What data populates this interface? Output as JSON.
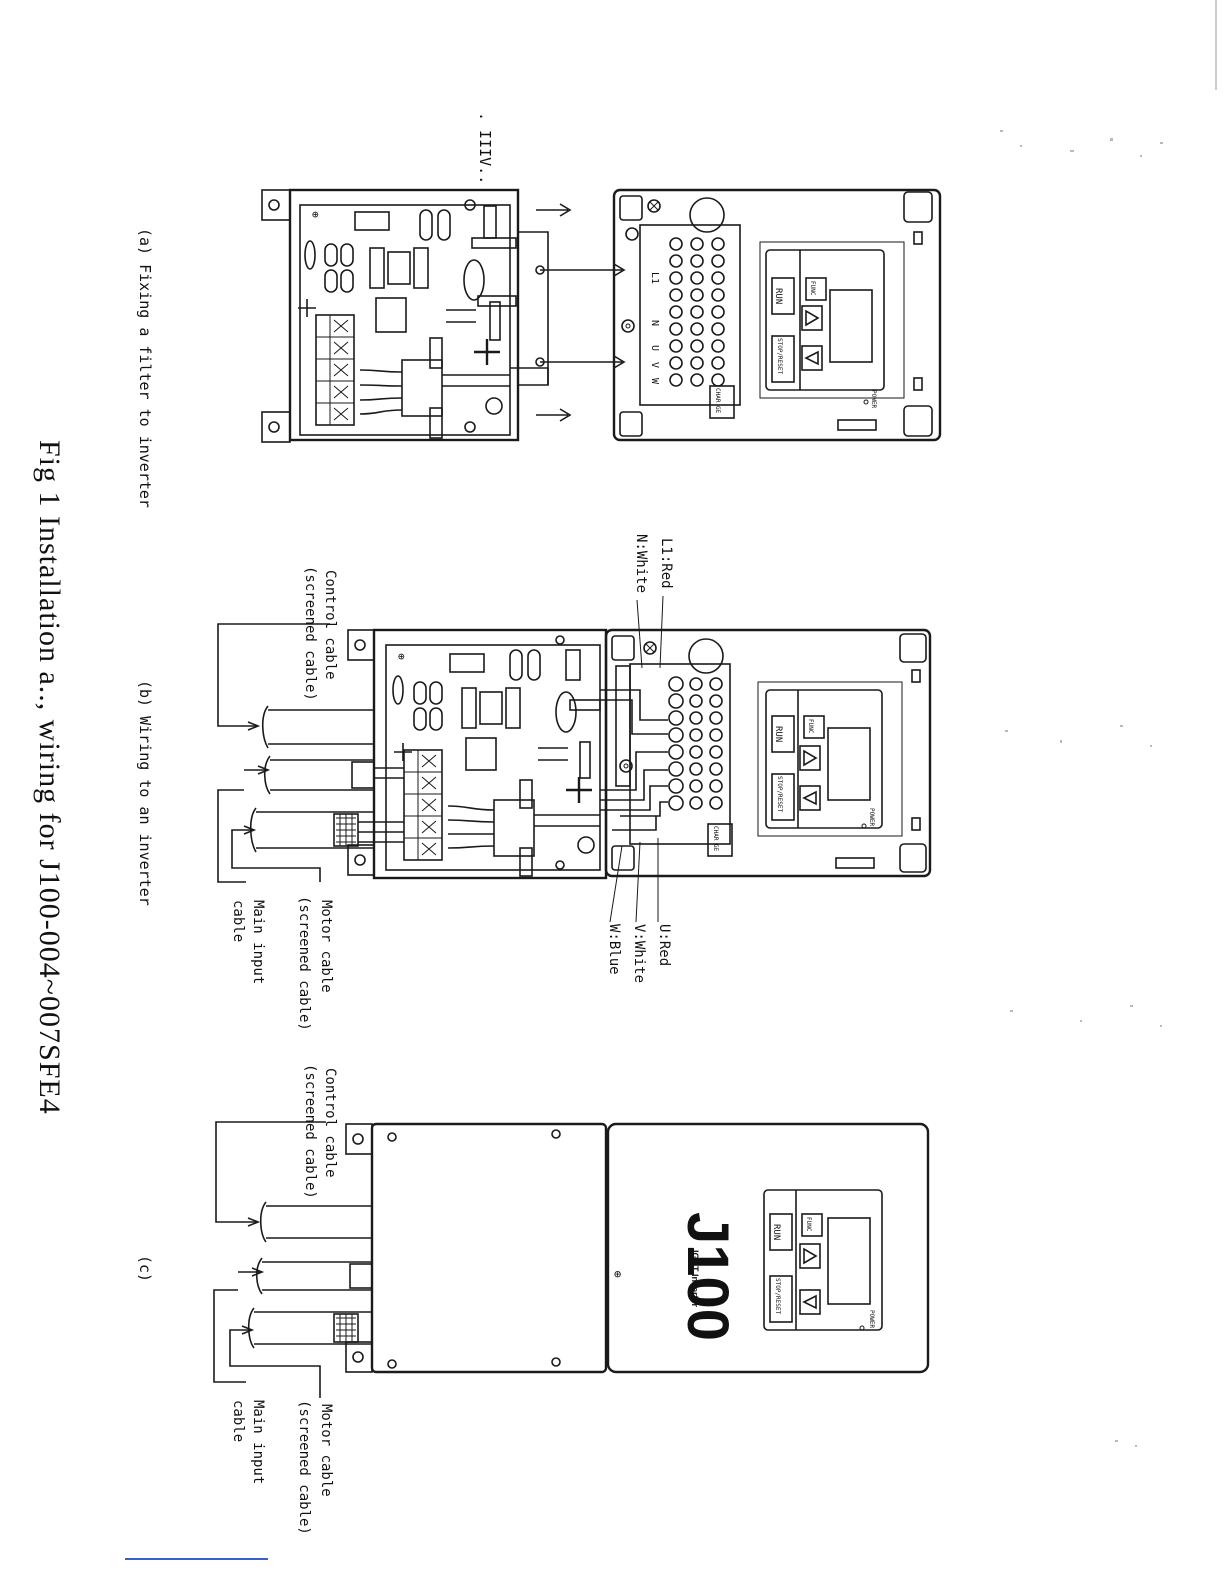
{
  "header_mark": ". IIIV..",
  "figure_title": "Fig 1  Installation a.., wiring for J100-004~007SFE4",
  "panels": {
    "a": {
      "caption": "(a) Fixing a filter to inverter"
    },
    "b": {
      "caption": "(b) Wiring to an inverter"
    },
    "c": {
      "caption": "(c)"
    }
  },
  "labels": {
    "l1_red": "L1:Red",
    "n_white": "N:White",
    "u_red": "U:Red",
    "v_white": "V:White",
    "w_blue": "W:Blue",
    "control_cable_1": "Control cable",
    "control_cable_2": "(screened cable)",
    "motor_cable_1": "Motor cable",
    "motor_cable_2": "(screened cable)",
    "main_input_1": "Main input",
    "main_input_2": "cable"
  },
  "terminal_labels": [
    "L1",
    "N",
    "U",
    "V",
    "W"
  ],
  "keypad": {
    "run": "RUN",
    "stop_reset": "STOP/RESET",
    "func": "FUNC",
    "power": "POWER",
    "charge": "CHAR GE"
  },
  "brand": {
    "logo": "J100",
    "sub": "IGBT Inverter"
  }
}
